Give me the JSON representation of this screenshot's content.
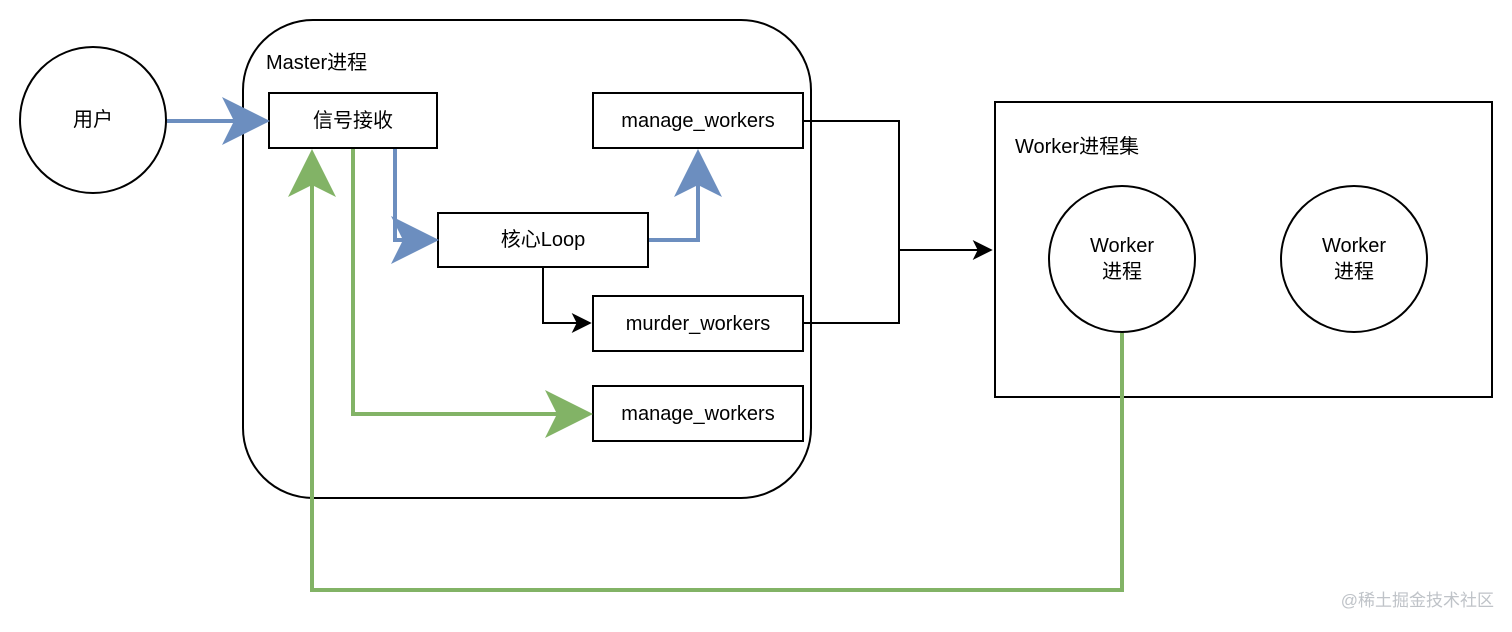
{
  "diagram": {
    "colors": {
      "blue_arrow": "#6c8ebf",
      "green_arrow": "#82b366",
      "black_line": "#000000"
    },
    "master": {
      "title": "Master进程",
      "signal_box": "信号接收",
      "core_loop_box": "核心Loop",
      "manage_workers_top": "manage_workers",
      "murder_workers_box": "murder_workers",
      "manage_workers_bottom": "manage_workers"
    },
    "user_node": "用户",
    "worker_set": {
      "title": "Worker进程集",
      "worker1": {
        "line1": "Worker",
        "line2": "进程"
      },
      "worker2": {
        "line1": "Worker",
        "line2": "进程"
      }
    },
    "watermark": "@稀土掘金技术社区"
  }
}
